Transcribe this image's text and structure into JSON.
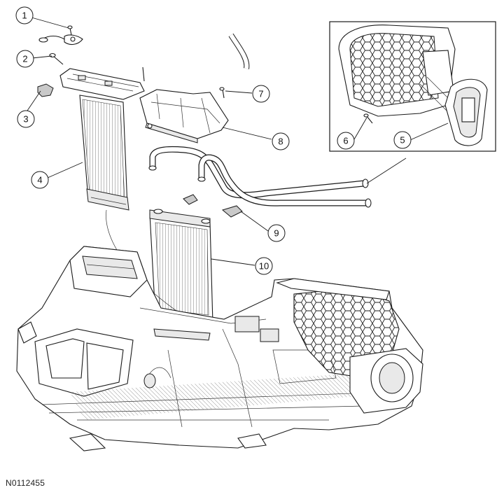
{
  "figure_id": "N0112455",
  "callouts": [
    {
      "id": "1",
      "label": "1"
    },
    {
      "id": "2",
      "label": "2"
    },
    {
      "id": "3",
      "label": "3"
    },
    {
      "id": "4",
      "label": "4"
    },
    {
      "id": "5",
      "label": "5"
    },
    {
      "id": "6",
      "label": "6"
    },
    {
      "id": "7",
      "label": "7"
    },
    {
      "id": "8",
      "label": "8"
    },
    {
      "id": "9",
      "label": "9"
    },
    {
      "id": "10",
      "label": "10"
    }
  ],
  "colors": {
    "line": "#1a1a1a",
    "background": "#ffffff",
    "shade": "#e9e9e9"
  }
}
